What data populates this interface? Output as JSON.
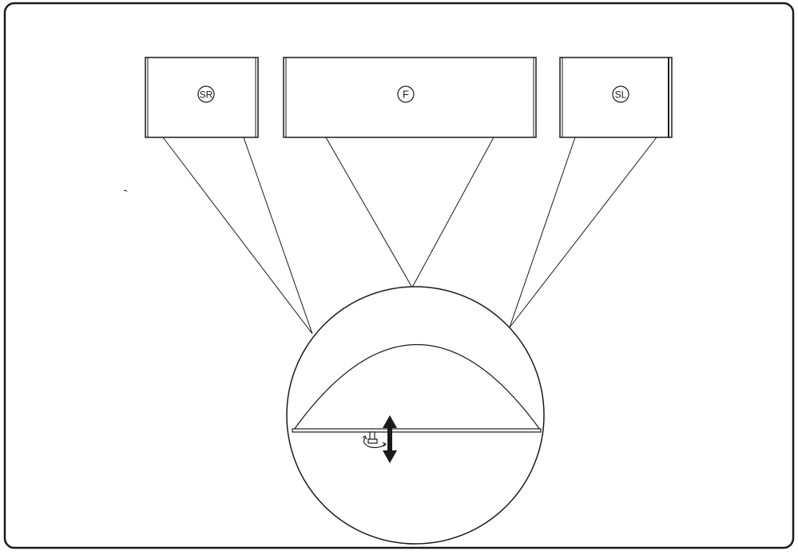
{
  "colors": {
    "stroke": "#1a1a1a",
    "background": "#ffffff"
  },
  "panels": {
    "sr": {
      "label": "SR"
    },
    "f": {
      "label": "F"
    },
    "sl": {
      "label": "SL"
    }
  },
  "icons": {
    "adjust_arrow": "double-vertical-arrow-icon",
    "rotate": "rotation-icon"
  }
}
